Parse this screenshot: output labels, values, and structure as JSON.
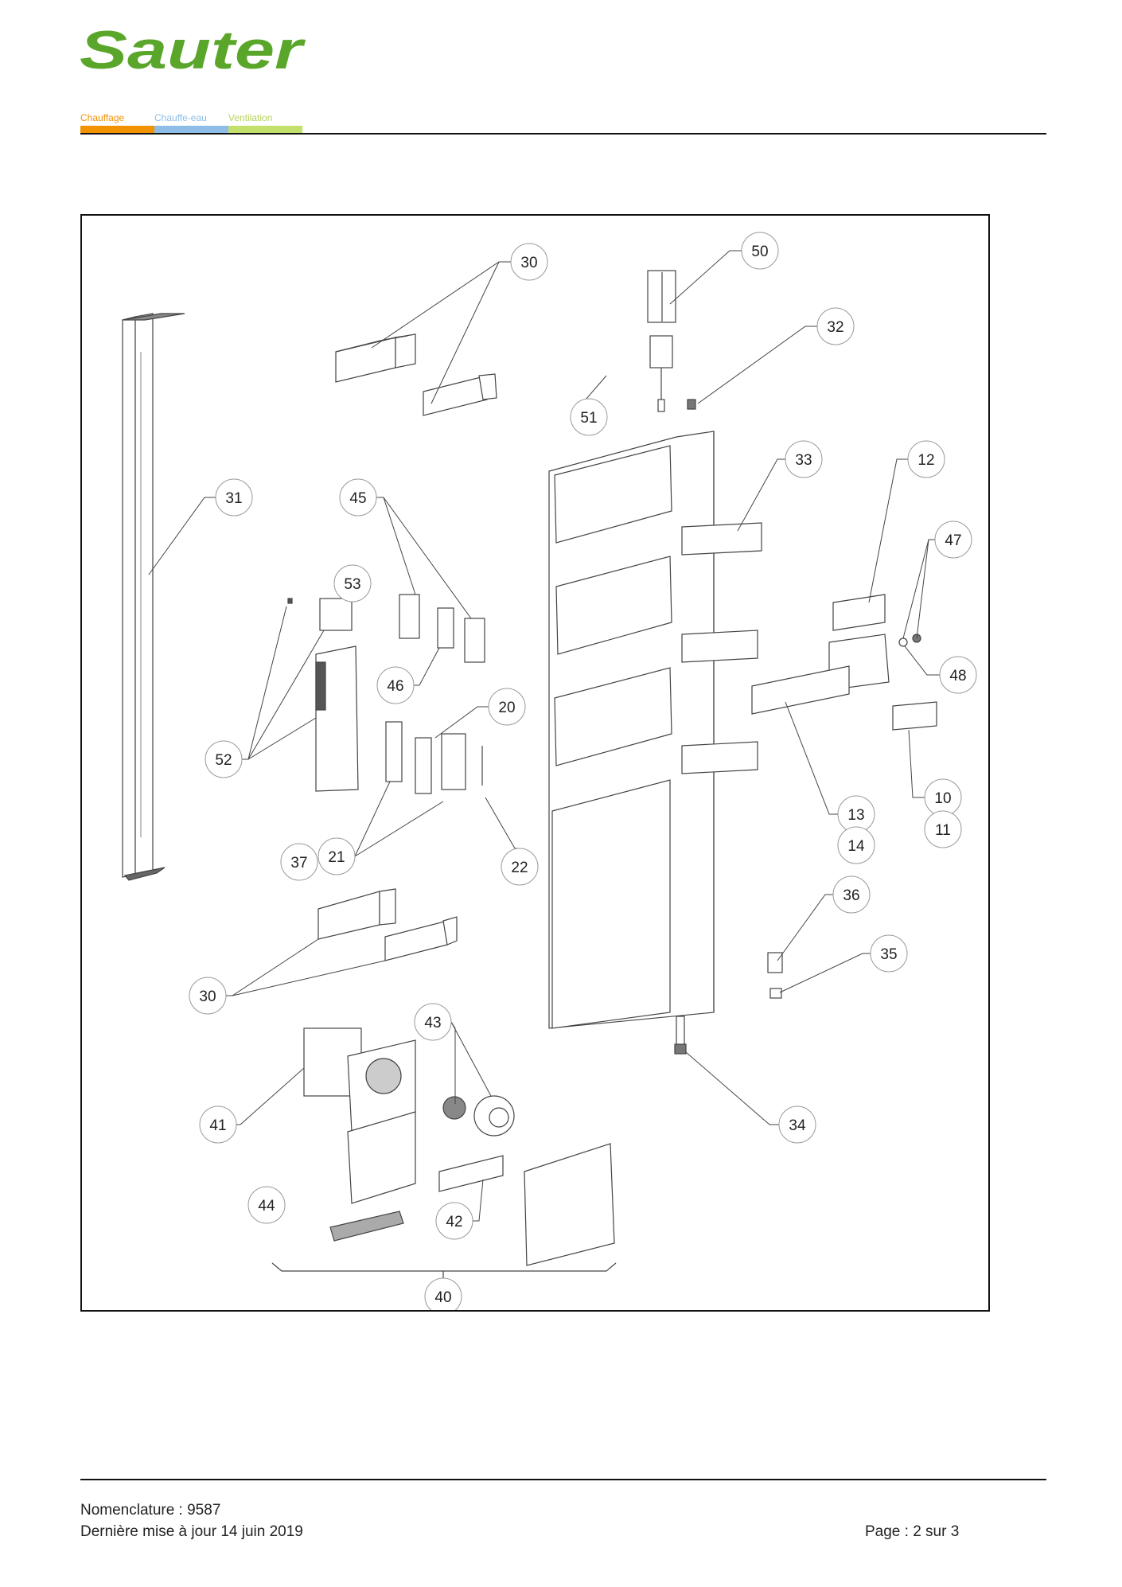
{
  "header": {
    "brand": "Sauter",
    "brand_color": "#5aa62a",
    "categories": [
      {
        "label": "Chauffage",
        "color": "#f39200"
      },
      {
        "label": "Chauffe-eau",
        "color": "#8ebde8"
      },
      {
        "label": "Ventilation",
        "color": "#c2e06a"
      }
    ]
  },
  "diagram": {
    "callouts": [
      "30",
      "50",
      "32",
      "51",
      "33",
      "12",
      "31",
      "45",
      "47",
      "53",
      "48",
      "46",
      "20",
      "52",
      "10",
      "13",
      "11",
      "14",
      "37",
      "21",
      "22",
      "36",
      "35",
      "30",
      "43",
      "41",
      "34",
      "44",
      "42",
      "40"
    ]
  },
  "footer": {
    "nomenclature": "Nomenclature : 9587",
    "updated": "Dernière mise à jour 14 juin 2019",
    "page": "Page : 2 sur 3"
  }
}
